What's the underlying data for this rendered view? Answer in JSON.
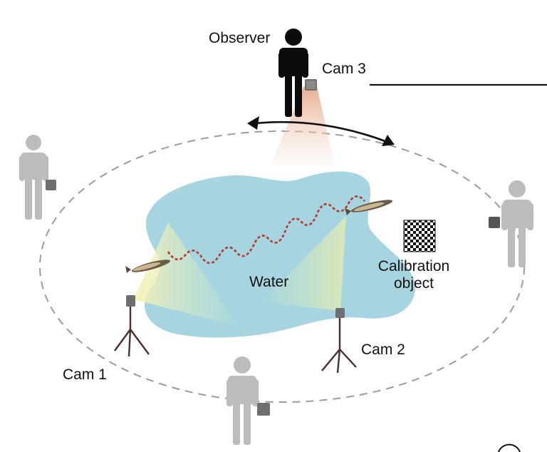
{
  "labels": {
    "observer": "Observer",
    "cam3": "Cam 3",
    "cam1": "Cam 1",
    "cam2": "Cam 2",
    "water": "Water",
    "calibration_line1": "Calibration",
    "calibration_line2": "object"
  },
  "colors": {
    "water": "#a6d5e1",
    "ghost_person": "#bcbcbc",
    "observer": "#0c0c0c",
    "trajectory": "#b23a2a",
    "dashed_ring": "#9c9c9c",
    "cam_fov_yellow": "#f2f0b4",
    "cam3_beam": "#eab49a",
    "camera_body": "#6f6f6f",
    "tripod": "#4a2f2c"
  },
  "icons": [
    "person-icon",
    "camera-icon",
    "tripod-icon",
    "fish-icon",
    "checkerboard-icon",
    "double-arrow-icon"
  ]
}
